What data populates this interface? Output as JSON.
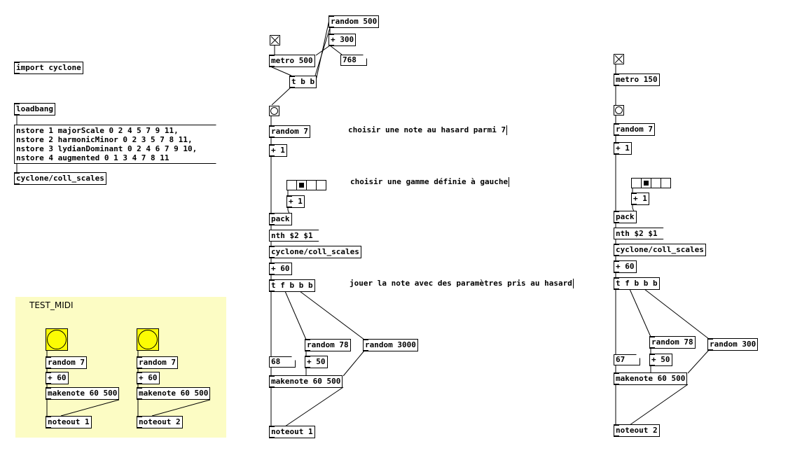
{
  "left": {
    "import": "import cyclone",
    "loadbang": "loadbang",
    "nstore_msg": "nstore 1 majorScale 0 2 4 5 7 9 11,\nnstore 2 harmonicMinor 0 2 3 5 7 8 11,\nnstore 3 lydianDominant 0 2 4 6 7 9 10,\nnstore 4 augmented 0 1 3 4 7 8 11",
    "coll": "cyclone/coll_scales"
  },
  "test_midi": {
    "label": "TEST_MIDI",
    "canvas_color": "#fcfcc4",
    "bang_color": "#fcfc04",
    "a": {
      "random": "random 7",
      "plus": "+ 60",
      "makenote": "makenote 60 500",
      "noteout": "noteout 1"
    },
    "b": {
      "random": "random 7",
      "plus": "+ 60",
      "makenote": "makenote 60 500",
      "noteout": "noteout 2"
    }
  },
  "center": {
    "random500": "random 500",
    "plus300": "+ 300",
    "atom768": "768",
    "metro": "metro 500",
    "tbb": "t b b",
    "random7": "random 7",
    "plus1a": "+ 1",
    "radio_selected": 1,
    "radio_cells": 4,
    "plus1b": "+ 1",
    "pack": "pack",
    "nth": "nth $2 $1",
    "coll": "cyclone/coll_scales",
    "plus60": "+ 60",
    "tfbbb": "t f b b b",
    "random78": "random 78",
    "random3000": "random 3000",
    "atom68": "68",
    "plus50": "+ 50",
    "makenote": "makenote 60 500",
    "noteout": "noteout 1",
    "comment1": "choisir une note au hasard parmi 7",
    "comment2": "choisir une gamme définie à gauche",
    "comment3": "jouer la note avec des paramètres pris au hasard"
  },
  "right": {
    "metro": "metro 150",
    "random7": "random 7",
    "plus1a": "+ 1",
    "radio_selected": 1,
    "radio_cells": 4,
    "plus1b": "+ 1",
    "pack": "pack",
    "nth": "nth $2 $1",
    "coll": "cyclone/coll_scales",
    "plus60": "+ 60",
    "tfbbb": "t f b b b",
    "random78": "random 78",
    "random300": "random 300",
    "atom67": "67",
    "plus50": "+ 50",
    "makenote": "makenote 60 500",
    "noteout": "noteout 2"
  }
}
